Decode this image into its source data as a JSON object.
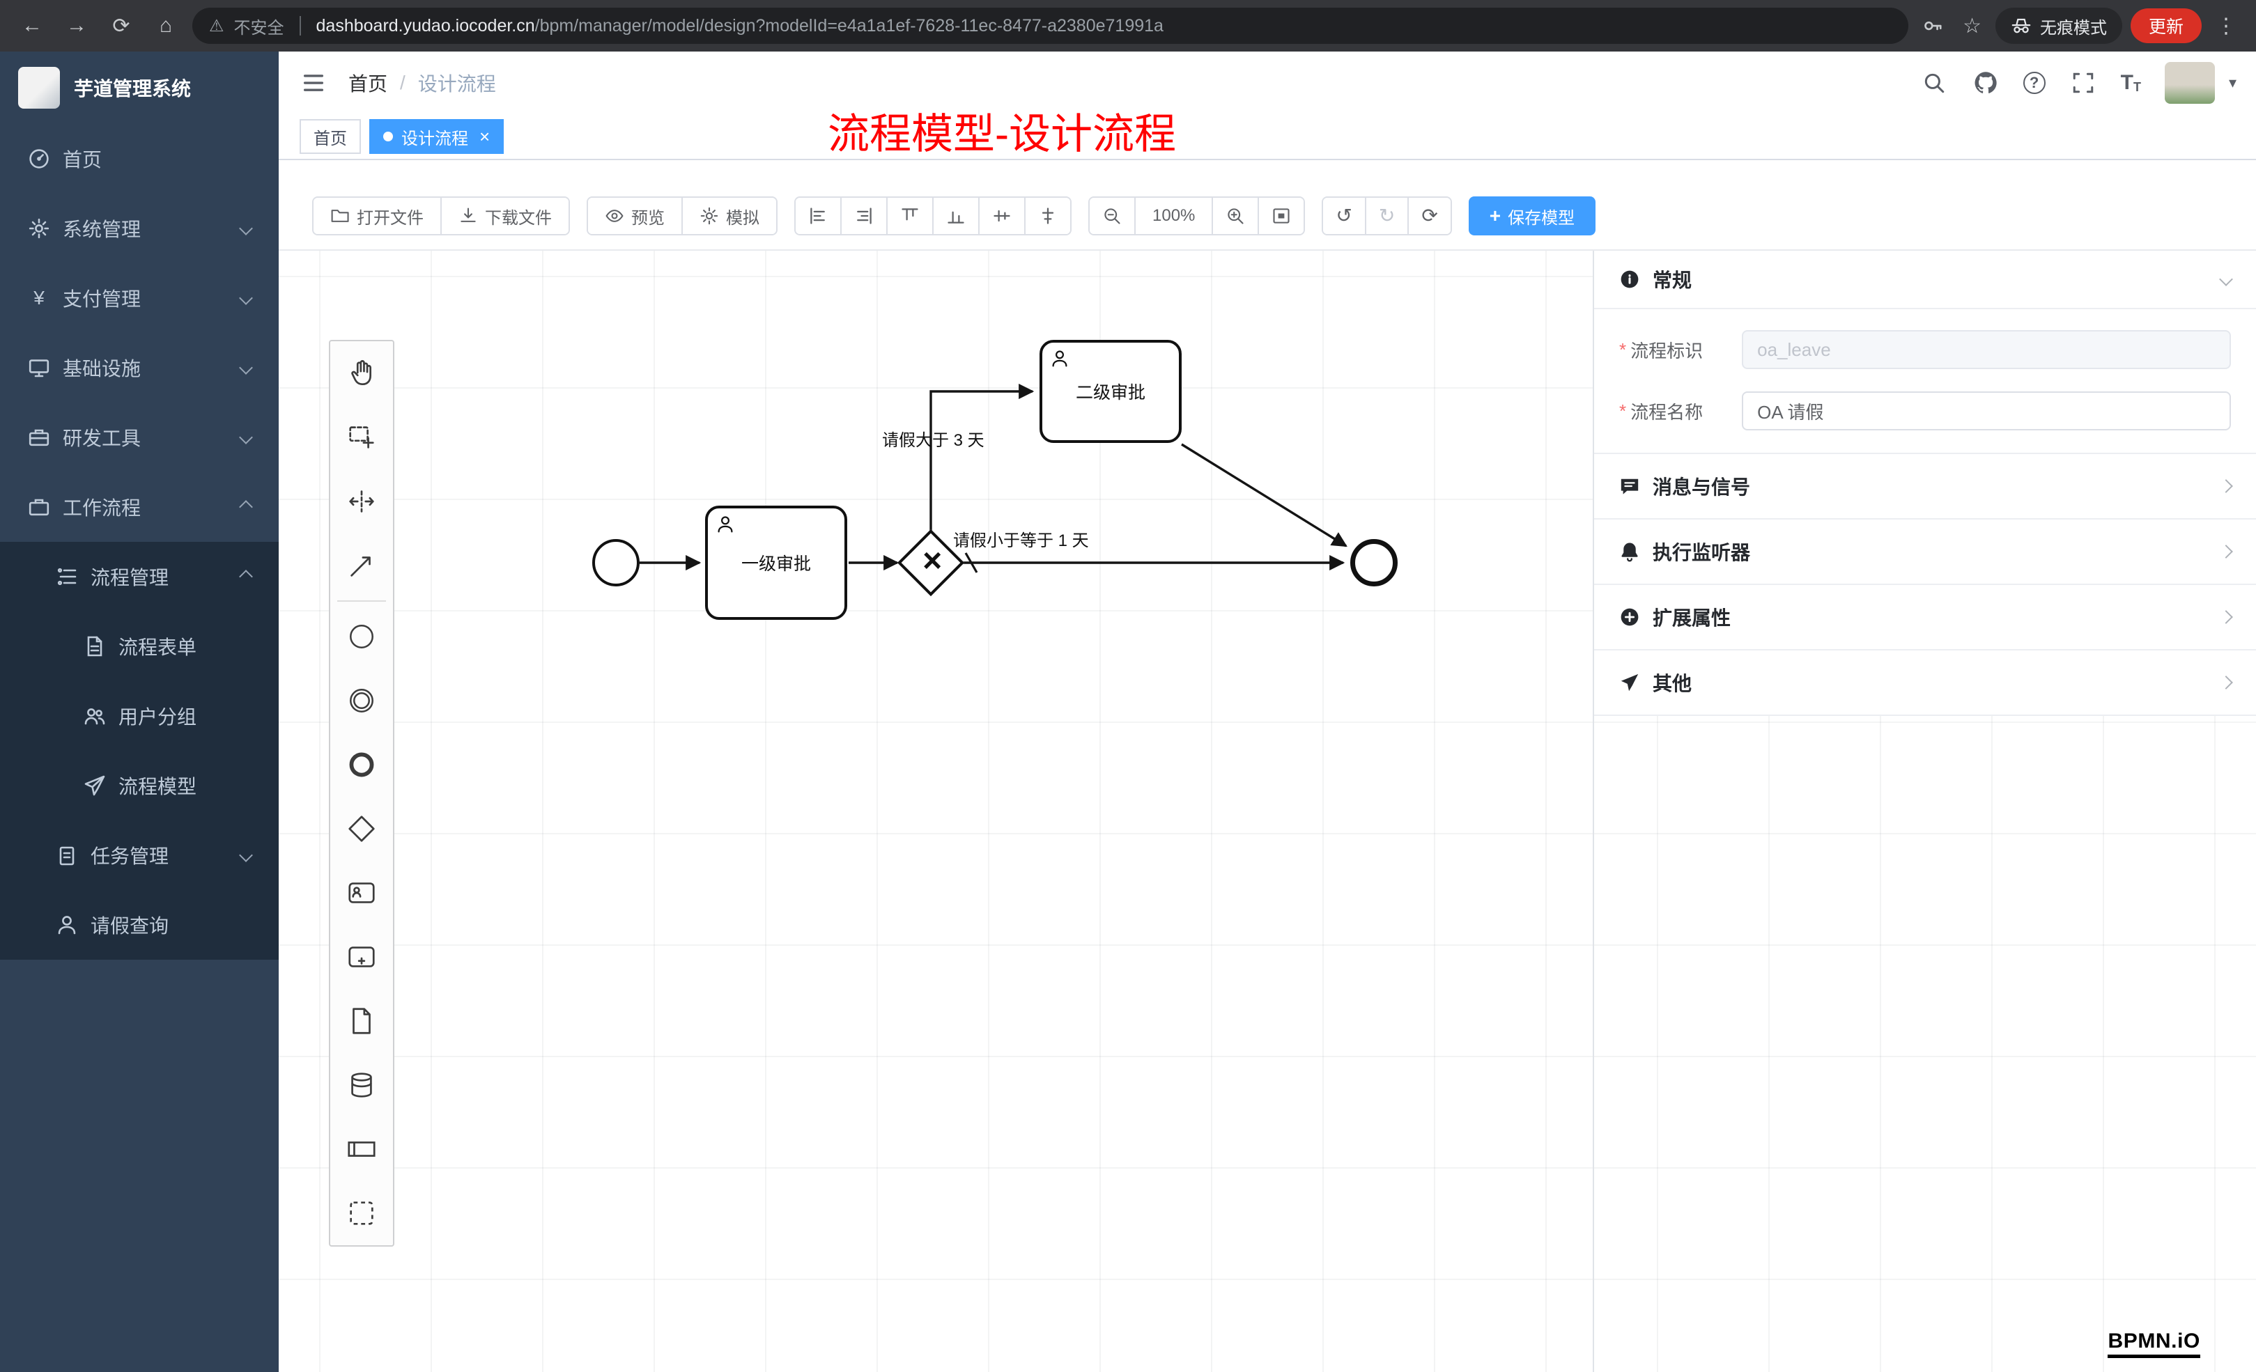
{
  "colors": {
    "accent": "#409eff",
    "sidebar_bg": "#304156",
    "submenu_bg": "#1f2d3d",
    "annotation_red": "#ff0000",
    "update_button": "#d93025"
  },
  "icons": {
    "back": "←",
    "forward": "→",
    "reload": "⟳",
    "home": "⌂",
    "warning": "⚠",
    "star": "☆",
    "menu_dots": "⋮",
    "caret_down": "▾",
    "yen": "¥",
    "close": "×",
    "plus": "+",
    "undo": "↺",
    "redo": "↻",
    "reset": "⟳",
    "question": "?",
    "breadcrumb_sep": "/",
    "gateway_x": "×",
    "fontsize_big": "T",
    "fontsize_small": "T",
    "required_mark": "*"
  },
  "browser": {
    "security_label": "不安全",
    "url_domain": "dashboard.yudao.iocoder.cn",
    "url_path": "/bpm/manager/model/design?modelId=e4a1a1ef-7628-11ec-8477-a2380e71991a",
    "incognito_label": "无痕模式",
    "update_label": "更新"
  },
  "sidebar": {
    "app_title": "芋道管理系统",
    "items": [
      {
        "label": "首页"
      },
      {
        "label": "系统管理"
      },
      {
        "label": "支付管理"
      },
      {
        "label": "基础设施"
      },
      {
        "label": "研发工具"
      },
      {
        "label": "工作流程"
      },
      {
        "label": "流程管理"
      },
      {
        "label": "流程表单"
      },
      {
        "label": "用户分组"
      },
      {
        "label": "流程模型"
      },
      {
        "label": "任务管理"
      },
      {
        "label": "请假查询"
      }
    ]
  },
  "header": {
    "breadcrumb_home": "首页",
    "breadcrumb_current": "设计流程"
  },
  "tabs": {
    "home": "首页",
    "active": "设计流程"
  },
  "annotation": {
    "text": "流程模型-设计流程"
  },
  "toolbar": {
    "open_file": "打开文件",
    "download_file": "下载文件",
    "preview": "预览",
    "simulate": "模拟",
    "zoom_level": "100%",
    "save_model": "保存模型"
  },
  "diagram": {
    "task1_label": "一级审批",
    "task2_label": "二级审批",
    "flow_label_top": "请假大于 3 天",
    "flow_label_right": "请假小于等于 1 天"
  },
  "panel": {
    "general_title": "常规",
    "field_process_key": {
      "label": "流程标识",
      "value": "oa_leave"
    },
    "field_process_name": {
      "label": "流程名称",
      "value": "OA 请假"
    },
    "sections": [
      {
        "title": "消息与信号"
      },
      {
        "title": "执行监听器"
      },
      {
        "title": "扩展属性"
      },
      {
        "title": "其他"
      }
    ]
  },
  "watermark": "BPMN.iO"
}
